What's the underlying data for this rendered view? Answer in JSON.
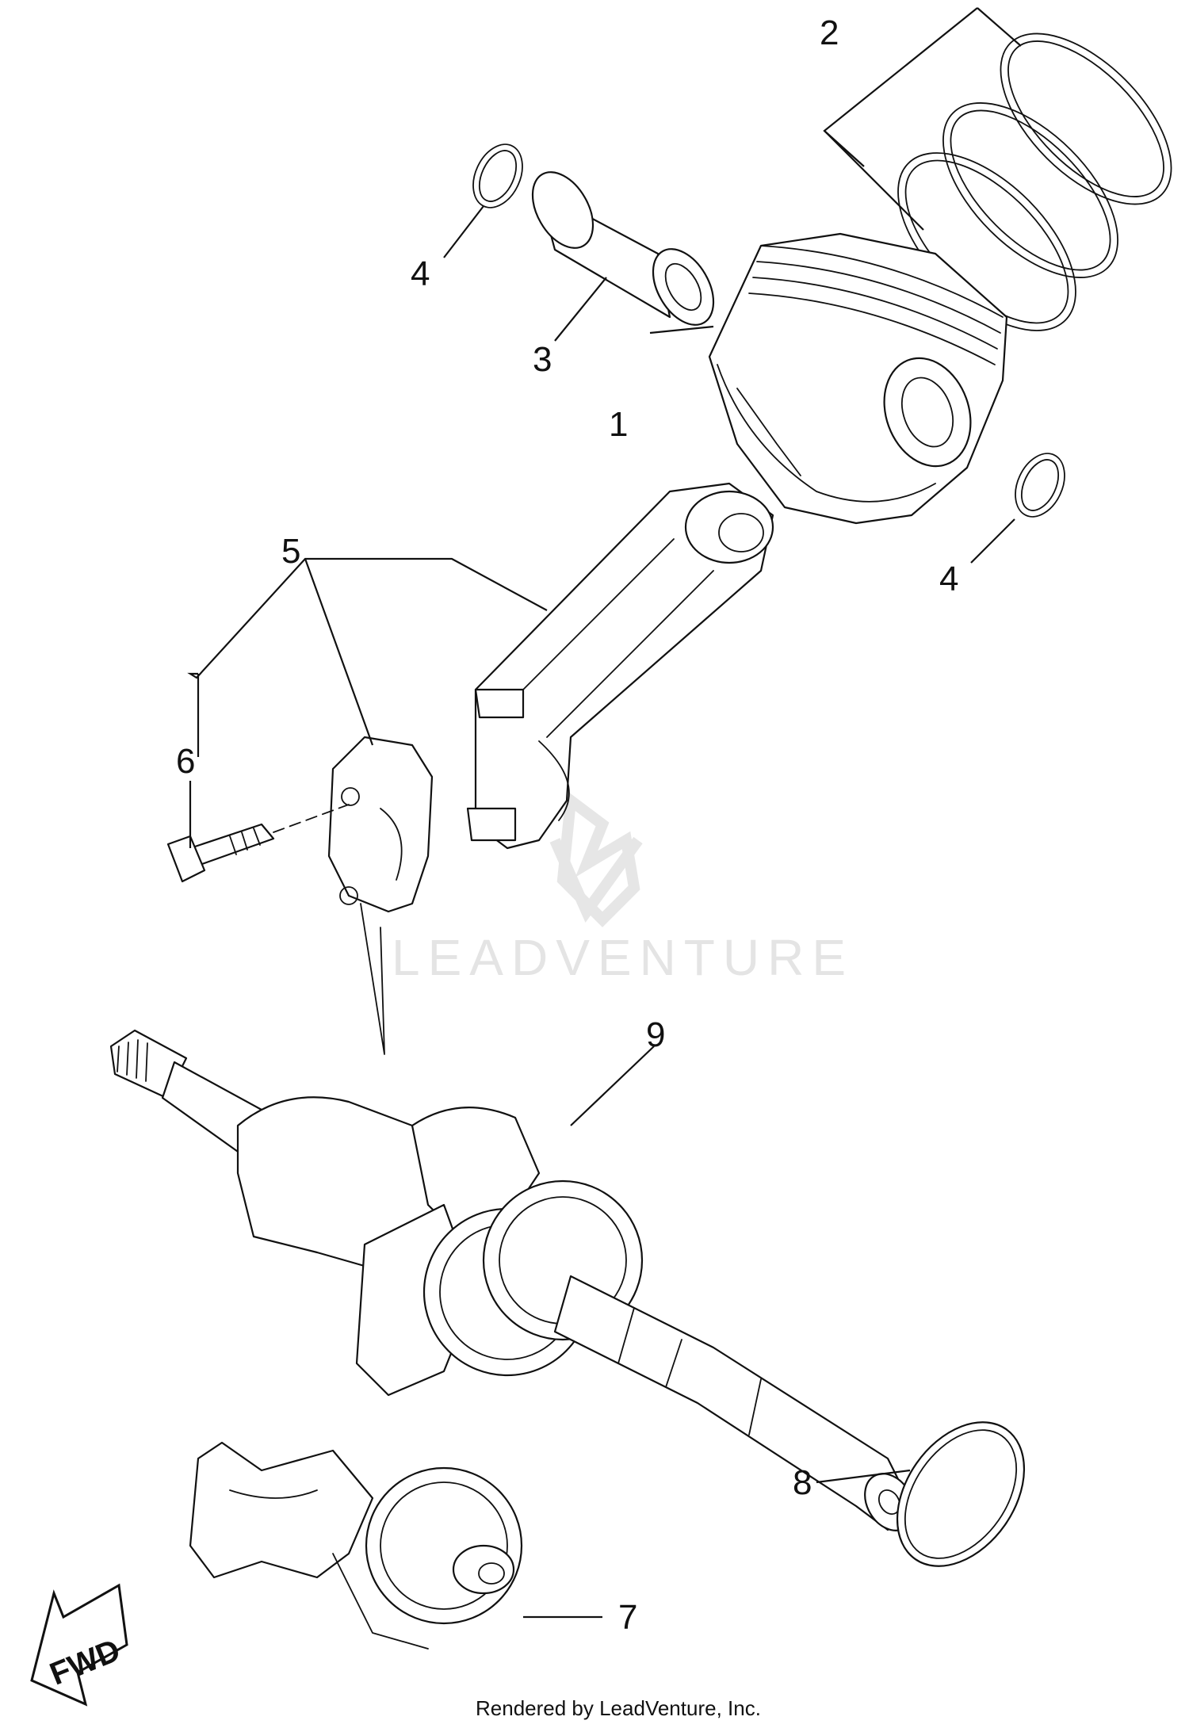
{
  "callouts": [
    {
      "id": "1",
      "label": "1"
    },
    {
      "id": "2",
      "label": "2"
    },
    {
      "id": "3",
      "label": "3"
    },
    {
      "id": "4a",
      "label": "4"
    },
    {
      "id": "4b",
      "label": "4"
    },
    {
      "id": "5",
      "label": "5"
    },
    {
      "id": "6",
      "label": "6"
    },
    {
      "id": "7",
      "label": "7"
    },
    {
      "id": "8",
      "label": "8"
    },
    {
      "id": "9",
      "label": "9"
    }
  ],
  "direction_badge": {
    "label": "FWD"
  },
  "watermark": {
    "text": "LEADVENTURE"
  },
  "footer": {
    "text": "Rendered by LeadVenture, Inc."
  }
}
